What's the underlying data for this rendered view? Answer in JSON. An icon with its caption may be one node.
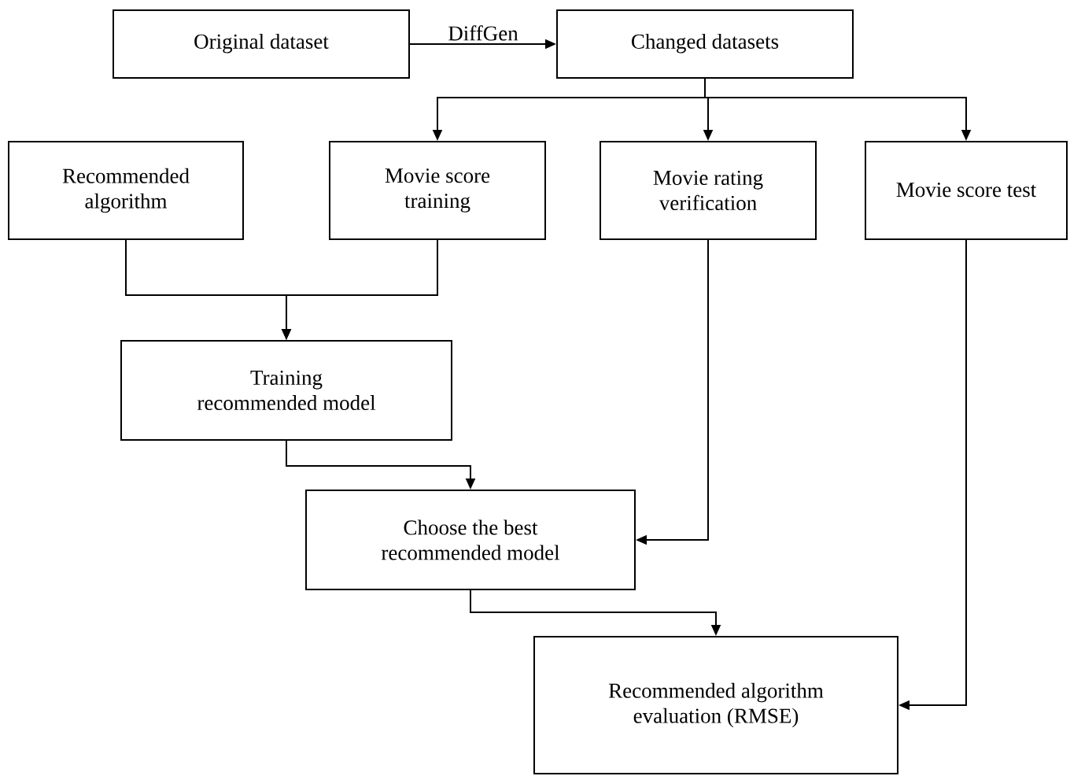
{
  "diagram": {
    "nodes": [
      {
        "text": [
          "Original dataset"
        ]
      },
      {
        "text": [
          "Changed datasets"
        ]
      },
      {
        "text": [
          "Recommended algorithm"
        ]
      },
      {
        "text": [
          "Movie score training"
        ]
      },
      {
        "text": [
          "Movie rating verification"
        ]
      },
      {
        "text": [
          "Movie score test"
        ]
      },
      {
        "text": [
          "Training recommended model"
        ]
      },
      {
        "text": [
          "Choose the best recommended model"
        ]
      },
      {
        "text": [
          "Recommended algorithm evaluation (RMSE)"
        ]
      }
    ],
    "edges": [
      {
        "from": 0,
        "to": 1,
        "arrow": "to",
        "label": "DiffGen"
      },
      {
        "from": 1,
        "to": 3,
        "arrow": "to"
      },
      {
        "from": 1,
        "to": 4,
        "arrow": "to"
      },
      {
        "from": 1,
        "to": 5,
        "arrow": "to"
      },
      {
        "from": 2,
        "to": 6,
        "arrow": "to"
      },
      {
        "from": 3,
        "to": 6,
        "arrow": "to"
      },
      {
        "from": 6,
        "to": 7,
        "arrow": "to"
      },
      {
        "from": 4,
        "to": 7,
        "arrow": "to"
      },
      {
        "from": 7,
        "to": 8,
        "arrow": "to"
      },
      {
        "from": 5,
        "to": 8,
        "arrow": "to"
      }
    ]
  }
}
